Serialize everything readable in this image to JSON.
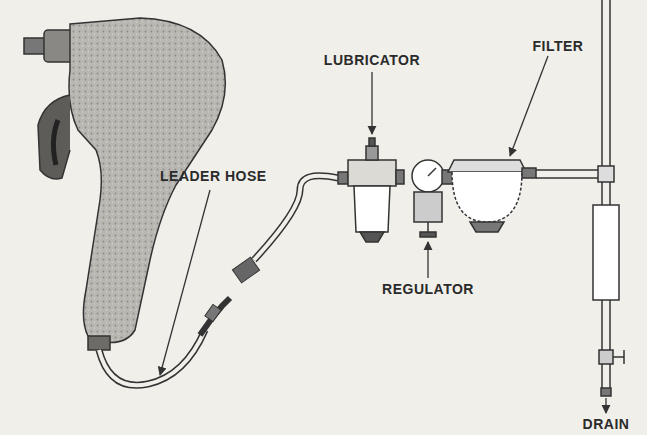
{
  "diagram": {
    "labels": [
      "LEADER HOSE",
      "LUBRICATOR",
      "REGULATOR",
      "FILTER",
      "DRAIN"
    ]
  }
}
